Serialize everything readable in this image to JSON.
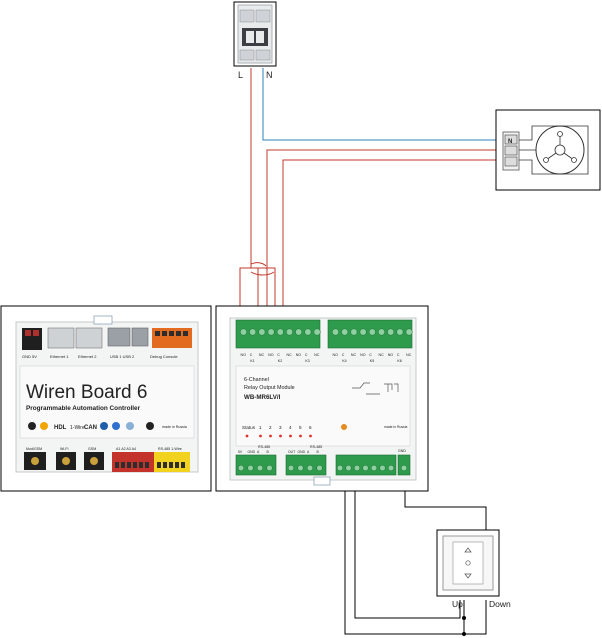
{
  "breaker": {
    "label_l": "L",
    "label_n": "N"
  },
  "wb6": {
    "brand_line1": "Wiren Board 6",
    "brand_line2": "Programmable Automation Controller",
    "made_in": "made in Russia",
    "top_labels": [
      "GND",
      "5V",
      "Ethernet 1",
      "Ethernet 2",
      "USB 1",
      "USB 2",
      "Debug Console"
    ],
    "bottom_labels": [
      "Mod/GSM",
      "Wi-Fi",
      "GSM",
      "A1 A2 A3 A4",
      "RS-485",
      "1-Wire"
    ],
    "logos": [
      "HDL",
      "1-Wire",
      "CAN"
    ]
  },
  "relay": {
    "title_line1": "6-Channel",
    "title_line2": "Relay Output Module",
    "model": "WB-MR6LV/I",
    "status_label": "Status",
    "channels": [
      "1",
      "2",
      "3",
      "4",
      "5",
      "6"
    ],
    "top_terminals": [
      "NO",
      "C",
      "NC",
      "NO",
      "C",
      "NC",
      "NO",
      "C",
      "NC",
      "NO",
      "C",
      "NC",
      "NO",
      "C",
      "NC",
      "NO",
      "C",
      "NC"
    ],
    "group_labels": [
      "K1",
      "K2",
      "K3",
      "K4",
      "K5",
      "K6"
    ],
    "bottom_left_labels": [
      "5V",
      "GND",
      "A",
      "B"
    ],
    "bottom_mid_labels": [
      "OUT",
      "GND",
      "A",
      "B"
    ],
    "rs485": "RS-485",
    "made_in": "made in Russia",
    "gnd": "GND"
  },
  "switch": {
    "up": "Up",
    "down": "Down"
  }
}
